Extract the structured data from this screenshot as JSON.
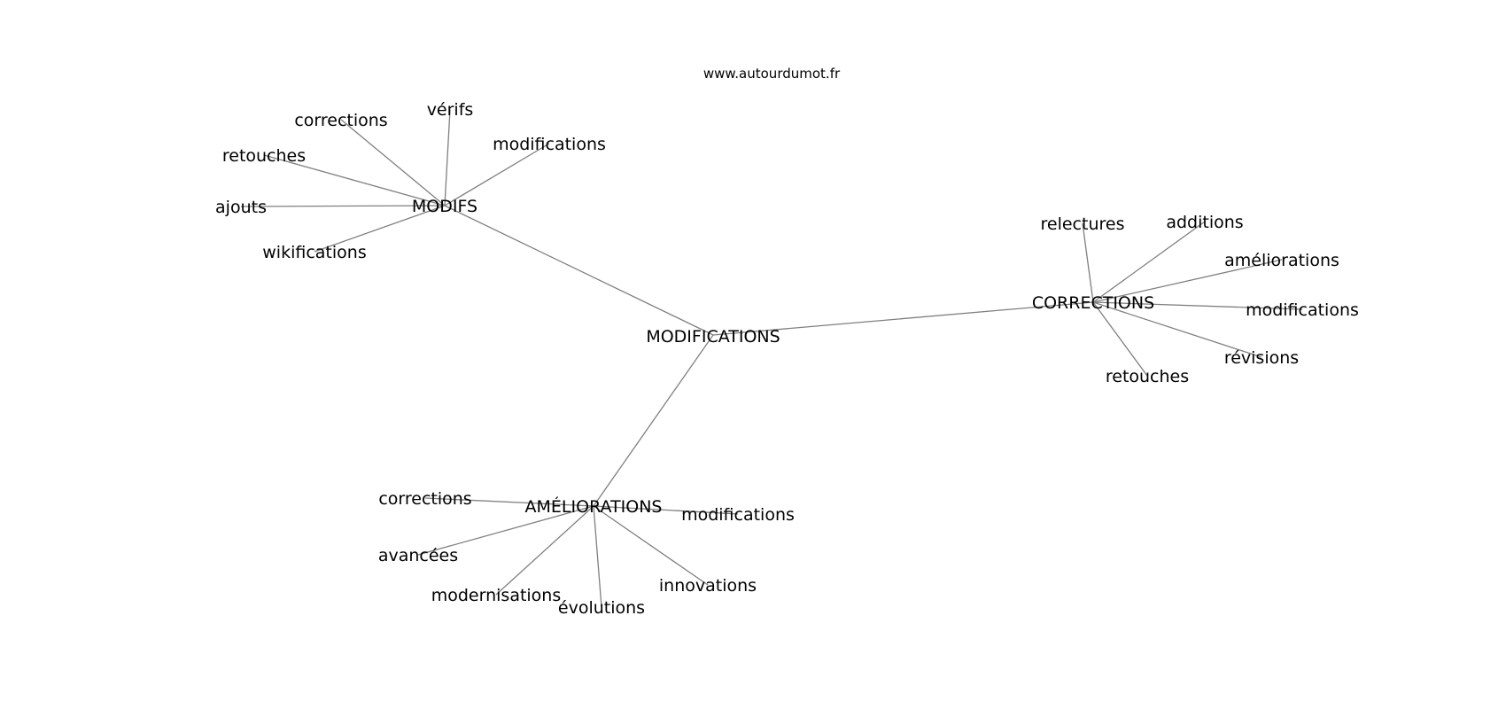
{
  "watermark": "www.autourdumot.fr",
  "colors": {
    "edge": "#7f7f7f",
    "text": "#000000",
    "background": "#ffffff"
  },
  "graph": {
    "root": "MODIFICATIONS",
    "nodes": [
      {
        "id": "root",
        "label": "MODIFICATIONS"
      },
      {
        "id": "modifs",
        "label": "MODIFS"
      },
      {
        "id": "corrections_hub",
        "label": "CORRECTIONS"
      },
      {
        "id": "ameliorations_hub",
        "label": "AMÉLIORATIONS"
      },
      {
        "id": "m_corrections",
        "label": "corrections"
      },
      {
        "id": "m_verifs",
        "label": "vérifs"
      },
      {
        "id": "m_modifications",
        "label": "modifications"
      },
      {
        "id": "m_retouches",
        "label": "retouches"
      },
      {
        "id": "m_ajouts",
        "label": "ajouts"
      },
      {
        "id": "m_wikifications",
        "label": "wikifications"
      },
      {
        "id": "c_relectures",
        "label": "relectures"
      },
      {
        "id": "c_additions",
        "label": "additions"
      },
      {
        "id": "c_ameliorations",
        "label": "améliorations"
      },
      {
        "id": "c_modifications",
        "label": "modifications"
      },
      {
        "id": "c_revisions",
        "label": "révisions"
      },
      {
        "id": "c_retouches",
        "label": "retouches"
      },
      {
        "id": "a_corrections",
        "label": "corrections"
      },
      {
        "id": "a_modifications",
        "label": "modifications"
      },
      {
        "id": "a_avancees",
        "label": "avancées"
      },
      {
        "id": "a_modernisations",
        "label": "modernisations"
      },
      {
        "id": "a_evolutions",
        "label": "évolutions"
      },
      {
        "id": "a_innovations",
        "label": "innovations"
      }
    ],
    "edges": [
      [
        "root",
        "modifs"
      ],
      [
        "root",
        "corrections_hub"
      ],
      [
        "root",
        "ameliorations_hub"
      ],
      [
        "modifs",
        "m_corrections"
      ],
      [
        "modifs",
        "m_verifs"
      ],
      [
        "modifs",
        "m_modifications"
      ],
      [
        "modifs",
        "m_retouches"
      ],
      [
        "modifs",
        "m_ajouts"
      ],
      [
        "modifs",
        "m_wikifications"
      ],
      [
        "corrections_hub",
        "c_relectures"
      ],
      [
        "corrections_hub",
        "c_additions"
      ],
      [
        "corrections_hub",
        "c_ameliorations"
      ],
      [
        "corrections_hub",
        "c_modifications"
      ],
      [
        "corrections_hub",
        "c_revisions"
      ],
      [
        "corrections_hub",
        "c_retouches"
      ],
      [
        "ameliorations_hub",
        "a_corrections"
      ],
      [
        "ameliorations_hub",
        "a_modifications"
      ],
      [
        "ameliorations_hub",
        "a_avancees"
      ],
      [
        "ameliorations_hub",
        "a_modernisations"
      ],
      [
        "ameliorations_hub",
        "a_evolutions"
      ],
      [
        "ameliorations_hub",
        "a_innovations"
      ]
    ]
  }
}
